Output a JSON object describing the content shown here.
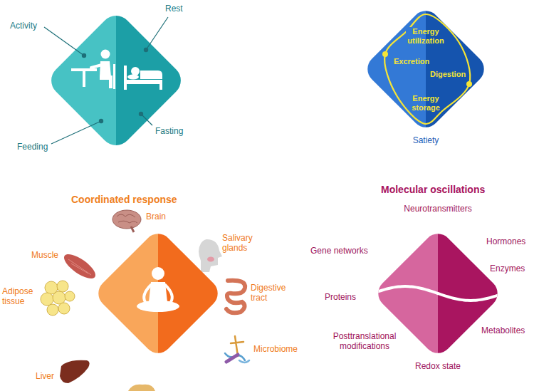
{
  "diagram": {
    "nodes": [
      {
        "text": [
          "Energy utilization",
          "Excretion",
          "Digestion",
          "Energy storage",
          "Satiety"
        ]
      },
      {
        "text": [
          "Coordinated response"
        ]
      },
      {
        "text": [
          "Molecular oscillations"
        ]
      }
    ],
    "labels": [
      "Activity",
      "Rest",
      "Feeding",
      "Fasting",
      "Brain",
      "Salivary glands",
      "Digestive tract",
      "Muscle",
      "Adipose tissue",
      "Microbiome",
      "Liver",
      "Neurotransmitters",
      "Gene networks",
      "Hormones",
      "Proteins",
      "Enzymes",
      "Posttranslational modifications",
      "Metabolites",
      "Redox state"
    ]
  }
}
